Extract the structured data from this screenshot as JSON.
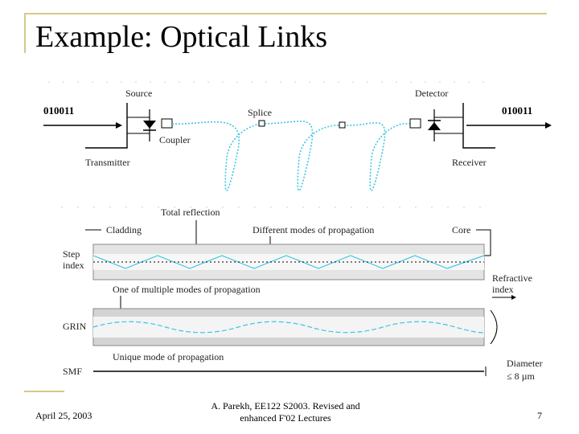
{
  "slide": {
    "title": "Example: Optical Links"
  },
  "link_diagram": {
    "input_bits": "010011",
    "output_bits": "010011",
    "source": "Source",
    "splice": "Splice",
    "detector": "Detector",
    "coupler": "Coupler",
    "transmitter": "Transmitter",
    "receiver": "Receiver"
  },
  "fiber_diagram": {
    "total_reflection": "Total reflection",
    "cladding": "Cladding",
    "different_modes": "Different modes of propagation",
    "core": "Core",
    "step_index_line1": "Step",
    "step_index_line2": "index",
    "one_of_multiple": "One of multiple modes of propagation",
    "refractive_index_line1": "Refractive",
    "refractive_index_line2": "index",
    "grin": "GRIN",
    "unique_mode": "Unique mode of propagation",
    "smf": "SMF",
    "diameter_line1": "Diameter",
    "diameter_line2": "≤ 8 µm"
  },
  "footer": {
    "date": "April 25, 2003",
    "source_line1": "A. Parekh, EE122 S2003. Revised and",
    "source_line2": "enhanced F'02 Lectures",
    "page": "7"
  },
  "colors": {
    "accent_rule": "#d6c98a",
    "fiber_cyan": "#3cc6e6"
  }
}
